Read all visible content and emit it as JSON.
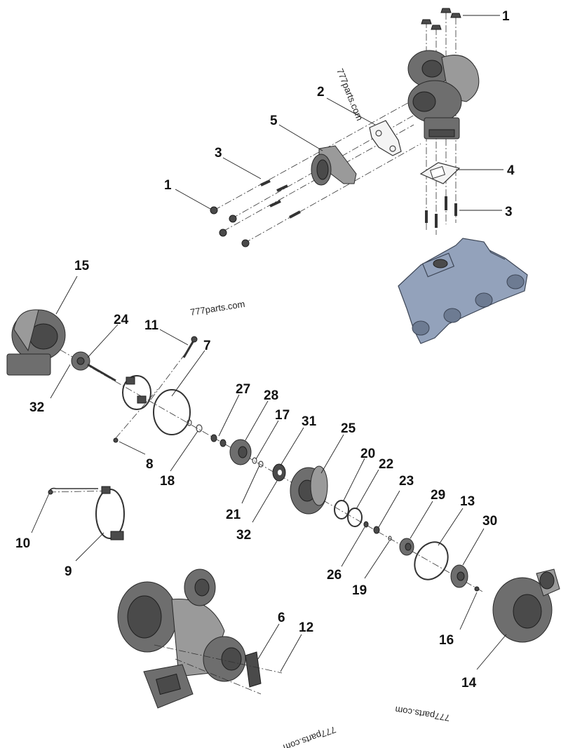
{
  "diagram": {
    "callouts": [
      {
        "id": "c1a",
        "text": "1"
      },
      {
        "id": "c2",
        "text": "2"
      },
      {
        "id": "c5",
        "text": "5"
      },
      {
        "id": "c3a",
        "text": "3"
      },
      {
        "id": "c1b",
        "text": "1"
      },
      {
        "id": "c4",
        "text": "4"
      },
      {
        "id": "c3b",
        "text": "3"
      },
      {
        "id": "c15",
        "text": "15"
      },
      {
        "id": "c24",
        "text": "24"
      },
      {
        "id": "c11",
        "text": "11"
      },
      {
        "id": "c7",
        "text": "7"
      },
      {
        "id": "c32a",
        "text": "32"
      },
      {
        "id": "c8",
        "text": "8"
      },
      {
        "id": "c18",
        "text": "18"
      },
      {
        "id": "c27",
        "text": "27"
      },
      {
        "id": "c28",
        "text": "28"
      },
      {
        "id": "c17",
        "text": "17"
      },
      {
        "id": "c31",
        "text": "31"
      },
      {
        "id": "c25",
        "text": "25"
      },
      {
        "id": "c21",
        "text": "21"
      },
      {
        "id": "c32b",
        "text": "32"
      },
      {
        "id": "c20",
        "text": "20"
      },
      {
        "id": "c22",
        "text": "22"
      },
      {
        "id": "c23",
        "text": "23"
      },
      {
        "id": "c29",
        "text": "29"
      },
      {
        "id": "c13",
        "text": "13"
      },
      {
        "id": "c30",
        "text": "30"
      },
      {
        "id": "c26",
        "text": "26"
      },
      {
        "id": "c19",
        "text": "19"
      },
      {
        "id": "c10",
        "text": "10"
      },
      {
        "id": "c9",
        "text": "9"
      },
      {
        "id": "c16",
        "text": "16"
      },
      {
        "id": "c14",
        "text": "14"
      },
      {
        "id": "c6",
        "text": "6"
      },
      {
        "id": "c12",
        "text": "12"
      }
    ],
    "watermarks": [
      {
        "id": "w1",
        "text": "777parts.com"
      },
      {
        "id": "w2",
        "text": "777parts.com"
      },
      {
        "id": "w3",
        "text": "777parts.com"
      },
      {
        "id": "w4",
        "text": "777parts.com"
      }
    ]
  }
}
